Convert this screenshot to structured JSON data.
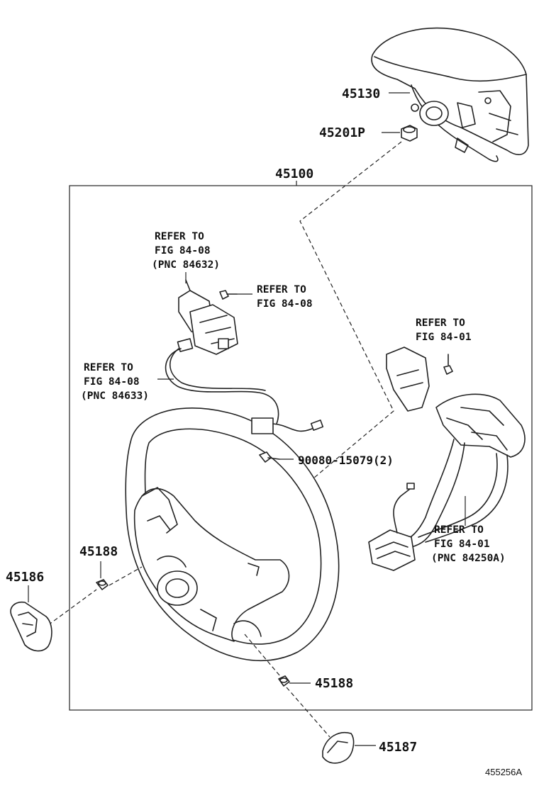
{
  "parts": {
    "p45130": "45130",
    "p45201p": "45201P",
    "p45100": "45100",
    "p45188_left": "45188",
    "p45186": "45186",
    "p45188_bottom": "45188",
    "p45187": "45187",
    "p90080": "90080-15079(2)"
  },
  "refs": {
    "switch_top": [
      "REFER TO",
      "FIG 84-08",
      "(PNC 84632)"
    ],
    "switch_screw": [
      "REFER TO",
      "FIG 84-08"
    ],
    "switch_harness": [
      "REFER TO",
      "FIG 84-08",
      "(PNC 84633)"
    ],
    "right_screw": [
      "REFER TO",
      "FIG 84-01"
    ],
    "right_harness": [
      "REFER TO",
      "FIG 84-01",
      "(PNC 84250A)"
    ]
  },
  "illustration_code": "455256A",
  "icons": [
    "airbag-module-icon",
    "nut-icon",
    "steering-wheel-icon",
    "switch-assembly-icon",
    "bolt-icon",
    "cover-icon"
  ]
}
